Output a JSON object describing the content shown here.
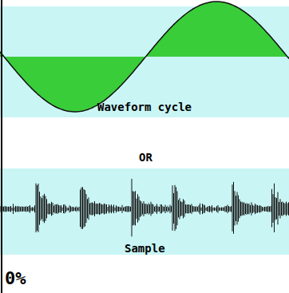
{
  "diagram": {
    "nodes": [
      {
        "text": [
          "Waveform cycle"
        ]
      },
      {
        "text": [
          "Sample"
        ]
      }
    ],
    "labels": [
      "OR",
      "0%"
    ]
  }
}
